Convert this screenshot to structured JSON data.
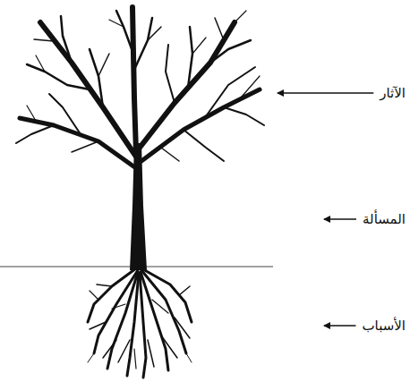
{
  "diagram": {
    "labels": [
      "الآثار",
      "المسألة",
      "الأسباب"
    ]
  }
}
